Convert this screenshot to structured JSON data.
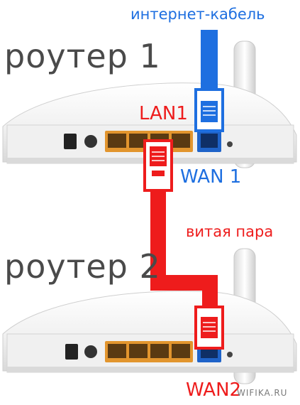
{
  "top": {
    "cable_label": "интернет-кабель",
    "router_title": "роутер 1",
    "lan_label": "LAN1",
    "wan_label": "WAN 1"
  },
  "middle": {
    "twisted_pair_label": "витая пара"
  },
  "bottom": {
    "router_title": "роутер 2",
    "wan_label": "WAN2"
  },
  "watermark": "WIFIKA.RU",
  "colors": {
    "internet_cable": "#1e6fe0",
    "twisted_pair": "#ee1c1c",
    "lan_ports": "#e2952e",
    "wan_port": "#1f63c9",
    "router_body": "#f2f2f2",
    "title_text": "#4a4a4a"
  }
}
